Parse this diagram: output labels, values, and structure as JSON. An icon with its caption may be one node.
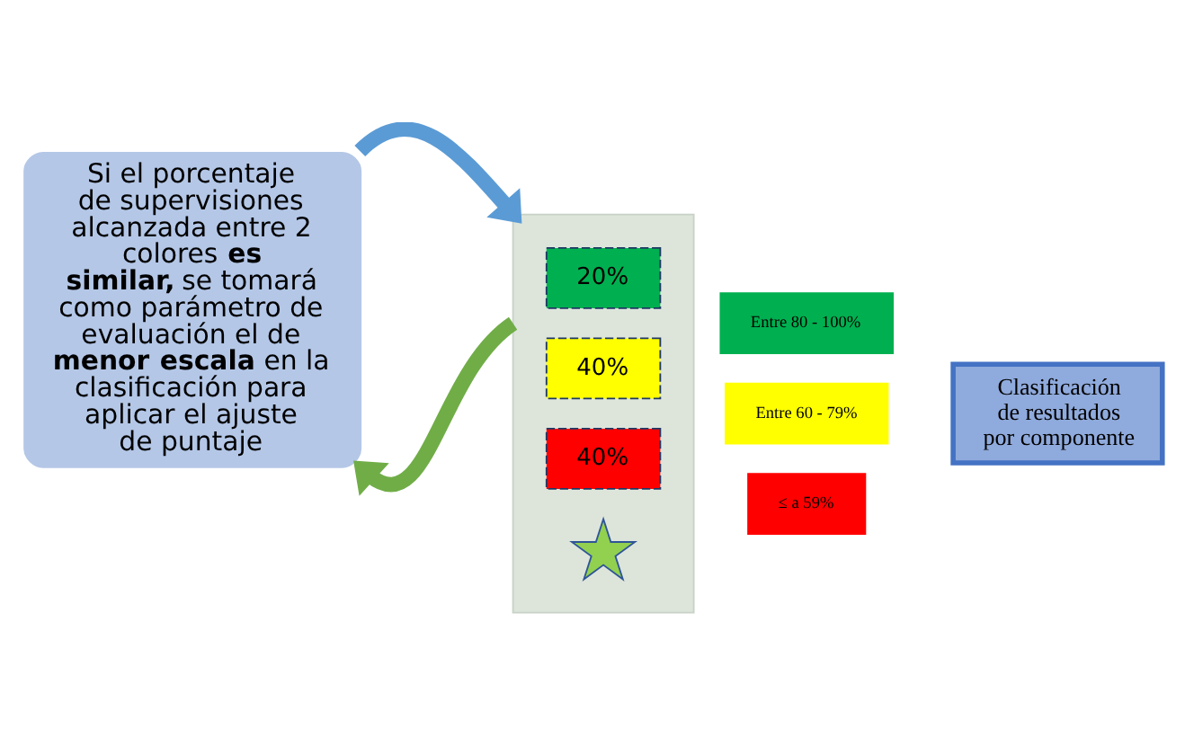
{
  "diagram": {
    "nodes": [
      {
        "text": [
          "Si el porcentaje de supervisiones alcanzada entre 2 colores **es similar,** se tomará como parámetro de evaluación el de **menor escala** en la clasificación para aplicar el ajuste de puntaje"
        ]
      },
      {
        "text": [],
        "shape": "box"
      },
      {
        "text": [
          "20%"
        ],
        "in": 1
      },
      {
        "text": [
          "40%"
        ],
        "in": 1
      },
      {
        "text": [
          "40%"
        ],
        "in": 1
      },
      {
        "text": [],
        "shape": "star",
        "in": 1
      },
      {
        "text": [
          "Entre 80 - 100%"
        ]
      },
      {
        "text": [
          "Entre 60 - 79%"
        ]
      },
      {
        "text": [
          "≤ a 59%"
        ]
      },
      {
        "text": [
          "Clasificación de resultados por componente"
        ]
      }
    ],
    "edges": [
      {
        "from": 0,
        "to": 1,
        "arrow": "to",
        "color": "#5b9bd5"
      },
      {
        "from": 1,
        "to": 0,
        "arrow": "to",
        "color": "#70ad47"
      }
    ]
  }
}
